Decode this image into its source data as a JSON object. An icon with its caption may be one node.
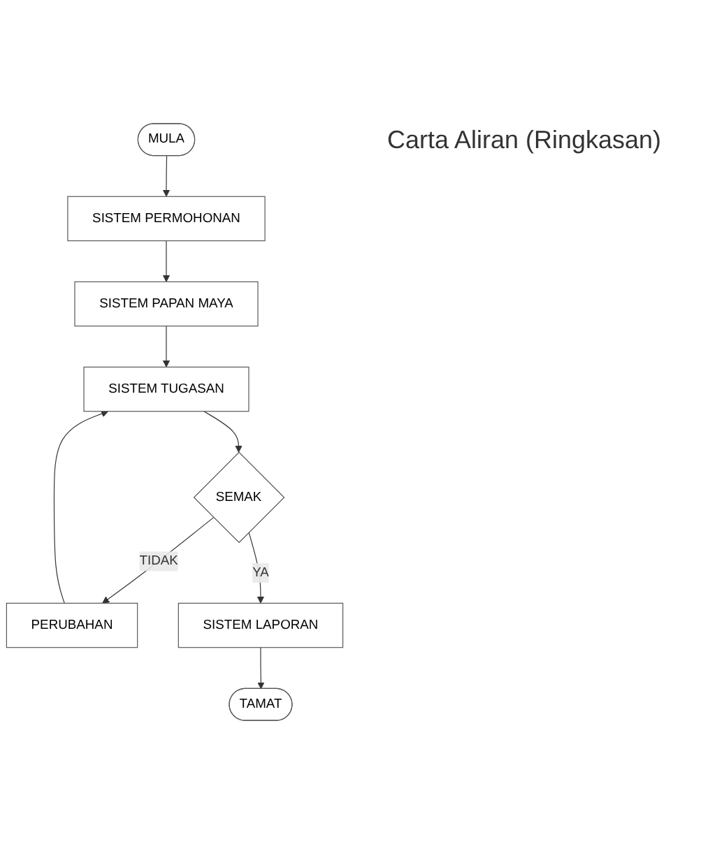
{
  "diagram": {
    "title": "Carta Aliran (Ringkasan)",
    "nodes": [
      {
        "text": [
          "MULA"
        ]
      },
      {
        "text": [
          "SISTEM PERMOHONAN"
        ]
      },
      {
        "text": [
          "SISTEM PAPAN MAYA"
        ]
      },
      {
        "text": [
          "SISTEM TUGASAN"
        ]
      },
      {
        "text": [
          "SEMAK"
        ]
      },
      {
        "text": [
          "PERUBAHAN"
        ]
      },
      {
        "text": [
          "SISTEM LAPORAN"
        ]
      },
      {
        "text": [
          "TAMAT"
        ]
      }
    ],
    "edges": [
      {
        "from": 0,
        "to": 1,
        "arrow": "to"
      },
      {
        "from": 1,
        "to": 2,
        "arrow": "to"
      },
      {
        "from": 2,
        "to": 3,
        "arrow": "to"
      },
      {
        "from": 3,
        "to": 4,
        "arrow": "to"
      },
      {
        "from": 4,
        "to": 5,
        "arrow": "to",
        "label": "TIDAK"
      },
      {
        "from": 5,
        "to": 3,
        "arrow": "to"
      },
      {
        "from": 4,
        "to": 6,
        "arrow": "to",
        "label": "YA"
      },
      {
        "from": 6,
        "to": 7,
        "arrow": "to"
      }
    ]
  }
}
